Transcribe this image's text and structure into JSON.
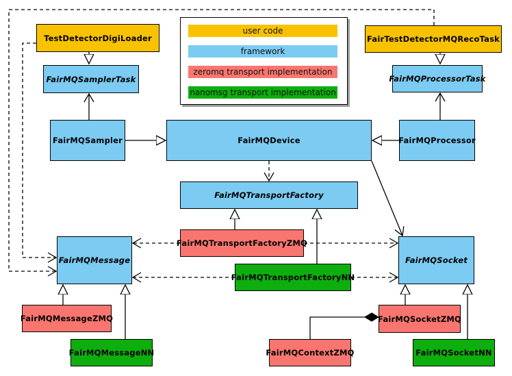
{
  "colors": {
    "user_code": "#F9C201",
    "framework": "#7CCBF2",
    "zeromq": "#F97670",
    "nanomsg": "#0DAE0D",
    "line": "#000000",
    "legend_shadow": "#9E9E9E"
  },
  "legend": {
    "items": [
      {
        "label": "user code",
        "category": "user_code"
      },
      {
        "label": "framework",
        "category": "framework"
      },
      {
        "label": "zeromq transport implementation",
        "category": "zeromq"
      },
      {
        "label": "nanomsg transport implementation",
        "category": "nanomsg"
      }
    ]
  },
  "nodes": {
    "digiloader": {
      "label": "TestDetectorDigiLoader",
      "category": "user_code",
      "abstract": false
    },
    "recotask": {
      "label": "FairTestDetectorMQRecoTask",
      "category": "user_code",
      "abstract": false
    },
    "samplertask": {
      "label": "FairMQSamplerTask",
      "category": "framework",
      "abstract": true
    },
    "processortask": {
      "label": "FairMQProcessorTask",
      "category": "framework",
      "abstract": true
    },
    "sampler": {
      "label": "FairMQSampler",
      "category": "framework",
      "abstract": false
    },
    "device": {
      "label": "FairMQDevice",
      "category": "framework",
      "abstract": false
    },
    "processor": {
      "label": "FairMQProcessor",
      "category": "framework",
      "abstract": false
    },
    "factory": {
      "label": "FairMQTransportFactory",
      "category": "framework",
      "abstract": true
    },
    "factoryzmq": {
      "label": "FairMQTransportFactoryZMQ",
      "category": "zeromq",
      "abstract": false
    },
    "factorynn": {
      "label": "FairMQTransportFactoryNN",
      "category": "nanomsg",
      "abstract": false
    },
    "message": {
      "label": "FairMQMessage",
      "category": "framework",
      "abstract": true
    },
    "socket": {
      "label": "FairMQSocket",
      "category": "framework",
      "abstract": true
    },
    "messagezmq": {
      "label": "FairMQMessageZMQ",
      "category": "zeromq",
      "abstract": false
    },
    "messagenn": {
      "label": "FairMQMessageNN",
      "category": "nanomsg",
      "abstract": false
    },
    "socketzmq": {
      "label": "FairMQSocketZMQ",
      "category": "zeromq",
      "abstract": false
    },
    "socketnn": {
      "label": "FairMQSocketNN",
      "category": "nanomsg",
      "abstract": false
    },
    "contextzmq": {
      "label": "FairMQContextZMQ",
      "category": "zeromq",
      "abstract": false
    }
  },
  "relationships": [
    {
      "from": "digiloader",
      "to": "samplertask",
      "type": "generalization"
    },
    {
      "from": "recotask",
      "to": "processortask",
      "type": "generalization"
    },
    {
      "from": "sampler",
      "to": "samplertask",
      "type": "association"
    },
    {
      "from": "processor",
      "to": "processortask",
      "type": "association"
    },
    {
      "from": "sampler",
      "to": "device",
      "type": "generalization"
    },
    {
      "from": "processor",
      "to": "device",
      "type": "generalization"
    },
    {
      "from": "device",
      "to": "factory",
      "type": "dependency"
    },
    {
      "from": "device",
      "to": "socket",
      "type": "association"
    },
    {
      "from": "factoryzmq",
      "to": "factory",
      "type": "generalization"
    },
    {
      "from": "factorynn",
      "to": "factory",
      "type": "generalization"
    },
    {
      "from": "factoryzmq",
      "to": "message",
      "type": "dependency"
    },
    {
      "from": "factoryzmq",
      "to": "socket",
      "type": "dependency"
    },
    {
      "from": "factorynn",
      "to": "message",
      "type": "dependency"
    },
    {
      "from": "factorynn",
      "to": "socket",
      "type": "dependency"
    },
    {
      "from": "digiloader",
      "to": "message",
      "type": "dependency"
    },
    {
      "from": "recotask",
      "to": "message",
      "type": "dependency"
    },
    {
      "from": "messagezmq",
      "to": "message",
      "type": "generalization"
    },
    {
      "from": "messagenn",
      "to": "message",
      "type": "generalization"
    },
    {
      "from": "socketzmq",
      "to": "socket",
      "type": "generalization"
    },
    {
      "from": "socketnn",
      "to": "socket",
      "type": "generalization"
    },
    {
      "from": "contextzmq",
      "to": "socketzmq",
      "type": "composition"
    }
  ]
}
